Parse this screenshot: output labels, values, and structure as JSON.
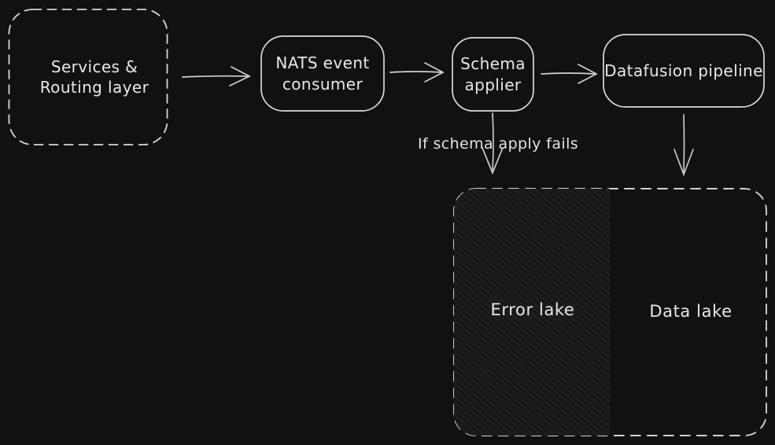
{
  "canvas": {
    "background_color": "#111111",
    "stroke_color": "#d6d6d6",
    "text_color": "#e9e8e4",
    "hatch_base_color": "#19191b",
    "hatch_line_color": "#2a2a2c"
  },
  "nodes": {
    "services": {
      "label": "Services & Routing layer",
      "shape": "dashed-rounded-rect"
    },
    "nats": {
      "label": "NATS event consumer",
      "shape": "rounded-rect"
    },
    "schema": {
      "label": "Schema applier",
      "shape": "rounded-rect"
    },
    "datafusion": {
      "label": "Datafusion pipeline",
      "shape": "rounded-rect"
    },
    "lake_container": {
      "shape": "dashed-rounded-rect"
    },
    "error_lake": {
      "label": "Error lake",
      "fill": "diagonal-hatch"
    },
    "data_lake": {
      "label": "Data lake",
      "fill": "none"
    }
  },
  "annotations": {
    "fail_label": "If schema apply fails"
  },
  "edges": [
    {
      "from": "services",
      "to": "nats"
    },
    {
      "from": "nats",
      "to": "schema"
    },
    {
      "from": "schema",
      "to": "datafusion"
    },
    {
      "from": "schema",
      "to": "error_lake",
      "label": "If schema apply fails"
    },
    {
      "from": "datafusion",
      "to": "data_lake"
    }
  ]
}
